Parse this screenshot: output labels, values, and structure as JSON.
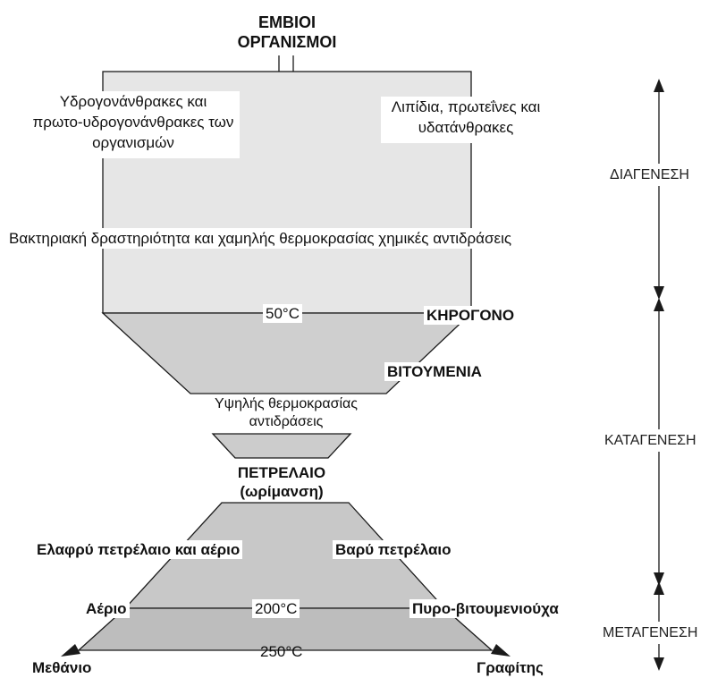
{
  "top_title": {
    "line1": "ΕΜΒΙΟΙ",
    "line2": "ΟΡΓΑΝΙΣΜΟΙ"
  },
  "box": {
    "left_text": {
      "line1": "Υδρογονάνθρακες και",
      "line2": "πρωτο-υδρογονάνθρακες των",
      "line3": "οργανισμών"
    },
    "right_text": {
      "line1": "Λιπίδια, πρωτεΐνες και",
      "line2": "υδατάνθρακες"
    },
    "middle_text": "Βακτηριακή δραστηριότητα και χαμηλής θερμοκρασίας χημικές αντιδράσεις"
  },
  "temperatures": {
    "t50": "50°C",
    "t200": "200°C",
    "t250": "250°C"
  },
  "labels": {
    "kerogen": "ΚΗΡΟΓΟΝΟ",
    "bitumen": "ΒΙΤΟΥΜΕΝΙΑ",
    "high_temp": {
      "line1": "Υψηλής θερμοκρασίας",
      "line2": "αντιδράσεις"
    },
    "oil": {
      "line1": "ΠΕΤΡΕΛΑΙΟ",
      "line2": "(ωρίμανση)"
    },
    "light_oil": "Ελαφρύ πετρέλαιο και αέριο",
    "heavy_oil": "Βαρύ πετρέλαιο",
    "gas": "Αέριο",
    "pyrobitumen": "Πυρο-βιτουμενιούχα",
    "methane": "Μεθάνιο",
    "graphite": "Γραφίτης"
  },
  "phases": {
    "diagenesis": "ΔΙΑΓΕΝΕΣΗ",
    "catagenesis": "ΚΑΤΑΓΕΝΕΣΗ",
    "metagenesis": "ΜΕΤΑΓΕΝΕΣΗ"
  },
  "colors": {
    "light_fill": "#e6e6e6",
    "mid_fill": "#cfcfcf",
    "dark_fill": "#bdbdbd",
    "line": "#1a1a1a"
  }
}
